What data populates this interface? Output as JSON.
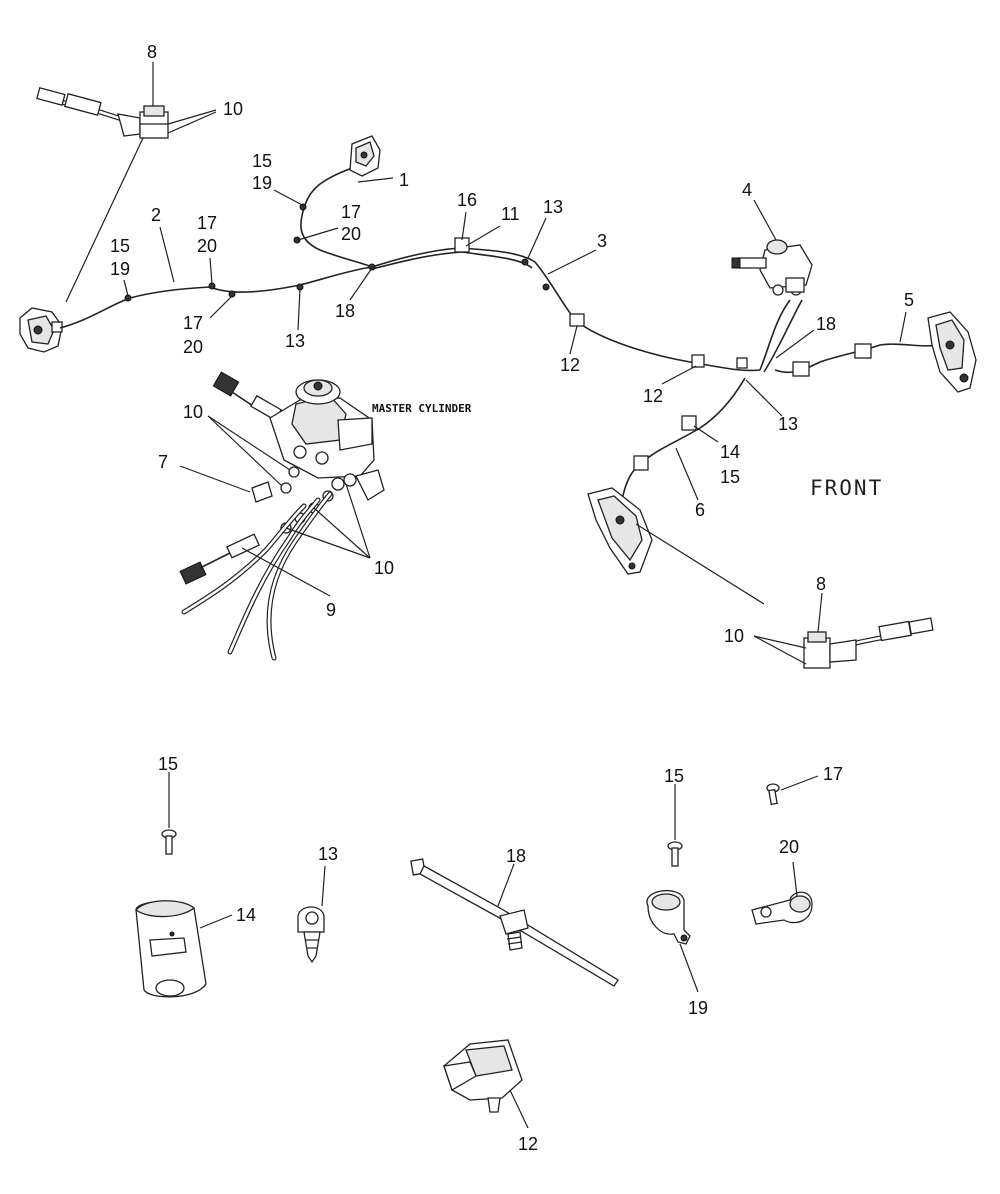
{
  "diagram": {
    "caption_master_cylinder": "MASTER CYLINDER",
    "caption_front": "FRONT",
    "callouts": {
      "c8_top": "8",
      "c10_top": "10",
      "c1": "1",
      "c15_a": "15",
      "c19_a": "19",
      "c17_a": "17",
      "c20_a": "20",
      "c2": "2",
      "c17_b": "17",
      "c20_b": "20",
      "c15_b": "15",
      "c19_b": "19",
      "c17_c": "17",
      "c20_c": "20",
      "c13_a": "13",
      "c18_a": "18",
      "c16": "16",
      "c11": "11",
      "c13_b": "13",
      "c3": "3",
      "c4": "4",
      "c5": "5",
      "c18_b": "18",
      "c12_a": "12",
      "c12_b": "12",
      "c13_c": "13",
      "c14": "14",
      "c15_c": "15",
      "c6": "6",
      "c10_mc_a": "10",
      "c7": "7",
      "c10_mc_b": "10",
      "c9": "9",
      "c8_bot": "8",
      "c10_bot": "10",
      "d15_a": "15",
      "d14": "14",
      "d13": "13",
      "d18": "18",
      "d15_b": "15",
      "d19": "19",
      "d17": "17",
      "d20": "20",
      "d12": "12"
    }
  }
}
